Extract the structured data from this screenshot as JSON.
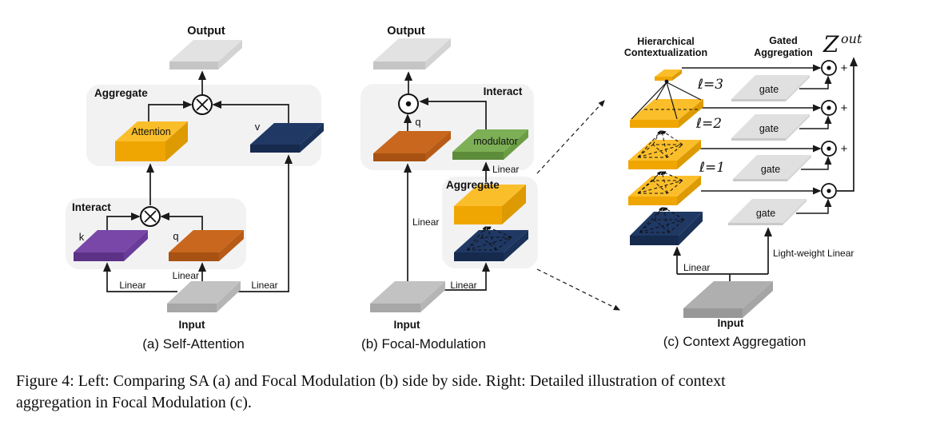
{
  "panel_a": {
    "caption": "(a) Self-Attention",
    "output_label": "Output",
    "aggregate_label": "Aggregate",
    "attention_label": "Attention",
    "v_label": "v",
    "interact_label": "Interact",
    "k_label": "k",
    "q_label": "q",
    "linear_k": "Linear",
    "linear_q": "Linear",
    "linear_v": "Linear",
    "input_label": "Input"
  },
  "panel_b": {
    "caption": "(b) Focal-Modulation",
    "output_label": "Output",
    "interact_label": "Interact",
    "q_label": "q",
    "modulator_label": "modulator",
    "linear_modulator": "Linear",
    "aggregate_label": "Aggregate",
    "linear_q": "Linear",
    "linear_context": "Linear",
    "input_label": "Input"
  },
  "panel_c": {
    "caption": "(c) Context Aggregation",
    "hier_title_line1": "Hierarchical",
    "hier_title_line2": "Contextualization",
    "gated_title_line1": "Gated",
    "gated_title_line2": "Aggregation",
    "z_out_base": "Z",
    "z_out_sup": "out",
    "level_3": "ℓ=3",
    "level_2": "ℓ=2",
    "level_1": "ℓ=1",
    "gate_labels": [
      "gate",
      "gate",
      "gate",
      "gate"
    ],
    "plus": "+",
    "light_weight_linear": "Light-weight Linear",
    "linear": "Linear",
    "input_label": "Input"
  },
  "figure_caption": {
    "line1": "Figure 4: Left: Comparing SA (a) and Focal Modulation (b) side by side. Right: Detailed illustration of context",
    "line2": "aggregation in Focal Modulation (c)."
  },
  "colors": {
    "gold": {
      "top": "#FBBE2B",
      "front": "#F0A602",
      "side": "#DD9A02"
    },
    "navy": {
      "top": "#1F3864",
      "front": "#152A4D",
      "side": "#1A3158"
    },
    "purple": {
      "top": "#7847A8",
      "front": "#5C3287",
      "side": "#693C99"
    },
    "orange": {
      "top": "#C8671D",
      "front": "#A75212",
      "side": "#B75B16"
    },
    "green": {
      "top": "#7CAF56",
      "front": "#5D8C3A",
      "side": "#6B9D45"
    },
    "gray_output": {
      "top": "#E2E2E2",
      "front": "#C5C5C5",
      "side": "#D3D3D3"
    },
    "gray_input": {
      "top": "#C2C2C2",
      "front": "#A7A7A7",
      "side": "#B5B5B5"
    },
    "gray_input_dark": {
      "top": "#AFAFAF",
      "front": "#989898",
      "side": "#A5A5A5"
    },
    "gate": {
      "top": "#E0E0E0",
      "front": "#C9C9C9",
      "side": "#D3D3D3"
    },
    "group_bg": "#F2F2F3",
    "line": "#1A1A1A"
  }
}
